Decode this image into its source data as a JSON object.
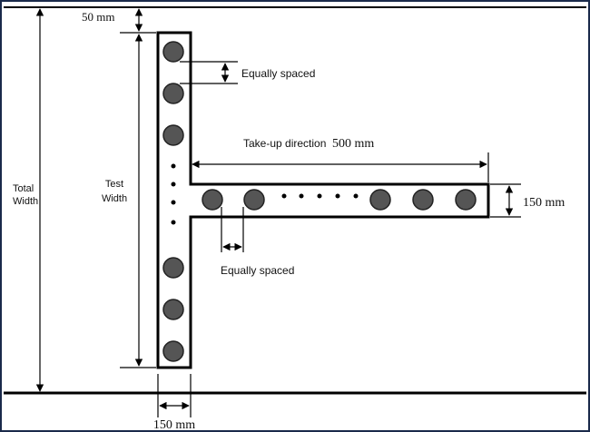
{
  "labels": {
    "top_offset": "50 mm",
    "equally_spaced_top": "Equally spaced",
    "takeup_direction": "Take-up direction",
    "takeup_length": "500 mm",
    "arm_width": "150 mm",
    "equally_spaced_bottom": "Equally spaced",
    "total_width_line1": "Total",
    "total_width_line2": "Width",
    "test_width_line1": "Test",
    "test_width_line2": "Width",
    "bottom_width": "150 mm"
  },
  "colors": {
    "sample_fill": "#555555",
    "line": "#000000",
    "frame_border": "#1a2a4a"
  }
}
